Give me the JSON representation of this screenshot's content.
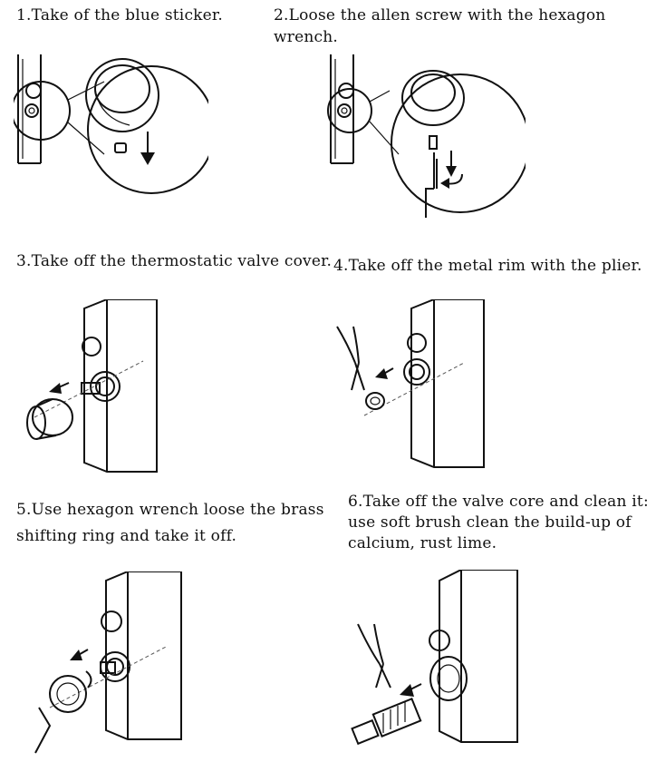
{
  "steps": [
    {
      "text": "1.Take of the blue sticker."
    },
    {
      "text": "2.Loose the allen screw with the hexagon wrench."
    },
    {
      "text": "3.Take off the thermostatic valve cover."
    },
    {
      "text": "4.Take off the metal rim with the plier."
    },
    {
      "text": "5.Use hexagon wrench loose the brass\nshifting ring and take it off."
    },
    {
      "text": "6.Take off the valve core and clean it:\nuse soft brush clean the build-up of\ncalcium, rust lime."
    }
  ],
  "icons": [
    "sticker-diagram-icon",
    "allen-wrench-diagram-icon",
    "valve-cover-diagram-icon",
    "plier-diagram-icon",
    "shifting-ring-diagram-icon",
    "valve-core-diagram-icon"
  ]
}
